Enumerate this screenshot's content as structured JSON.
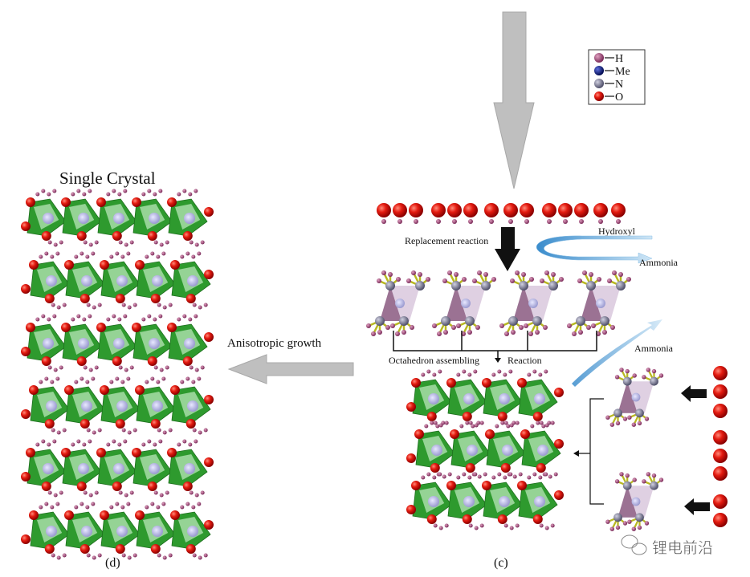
{
  "legend": {
    "items": [
      {
        "label": "H",
        "color": "#b0587a"
      },
      {
        "label": "Me",
        "color": "#10208a"
      },
      {
        "label": "N",
        "color": "#8a8aa0"
      },
      {
        "label": "O",
        "color": "#e01010"
      }
    ]
  },
  "labels": {
    "single_crystal": "Single Crystal",
    "anisotropic_growth": "Anisotropic growth",
    "replacement_reaction": "Replacement reaction",
    "hydroxyl": "Hydroxyl",
    "ammonia_top": "Ammonia",
    "ammonia_mid": "Ammonia",
    "octahedron_assembling": "Octahedron assembling",
    "reaction": "Reaction",
    "panel_d": "(d)",
    "panel_c": "(c)"
  },
  "watermark": "锂电前沿",
  "colors": {
    "oxygen": "#e01010",
    "hydrogen": "#a04a78",
    "nitrogen": "#7a7a96",
    "octahedron_green": "#3aa83a",
    "octahedron_purple": "#a07ea0",
    "arrow_gray": "#bdbdbd",
    "arrow_blue": "#6aaedc"
  }
}
